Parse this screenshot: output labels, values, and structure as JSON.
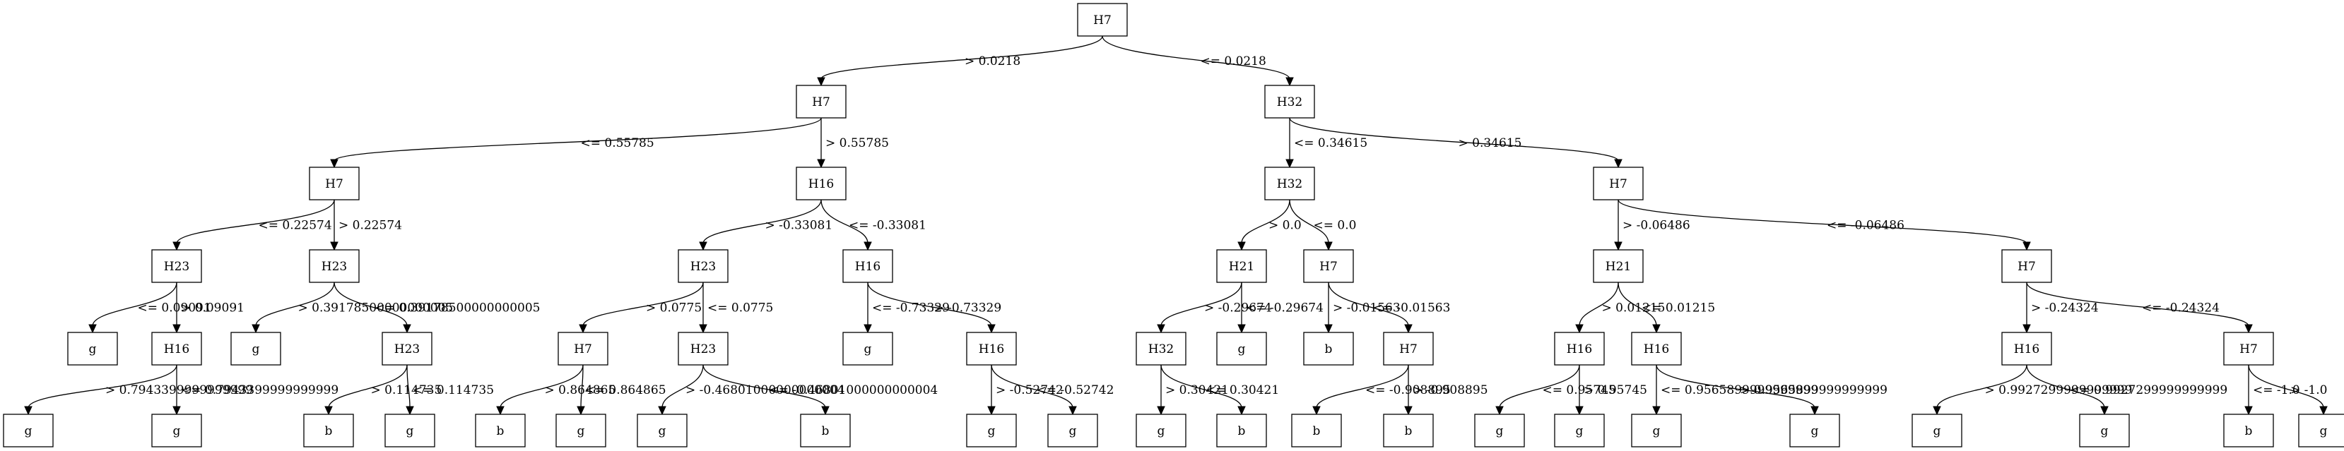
{
  "tree": {
    "nodes": [
      {
        "id": "n0",
        "label": "H7"
      },
      {
        "id": "n1",
        "label": "H7"
      },
      {
        "id": "n2",
        "label": "H32"
      },
      {
        "id": "n3",
        "label": "H7"
      },
      {
        "id": "n4",
        "label": "H16"
      },
      {
        "id": "n5",
        "label": "H32"
      },
      {
        "id": "n6",
        "label": "H7"
      },
      {
        "id": "n7",
        "label": "H23"
      },
      {
        "id": "n8",
        "label": "H23"
      },
      {
        "id": "n9",
        "label": "H23"
      },
      {
        "id": "n10",
        "label": "H16"
      },
      {
        "id": "n11",
        "label": "H21"
      },
      {
        "id": "n12",
        "label": "H7"
      },
      {
        "id": "n13",
        "label": "H21"
      },
      {
        "id": "n14",
        "label": "H7"
      },
      {
        "id": "n15",
        "label": "g"
      },
      {
        "id": "n16",
        "label": "H16"
      },
      {
        "id": "n17",
        "label": "g"
      },
      {
        "id": "n18",
        "label": "H23"
      },
      {
        "id": "n19",
        "label": "H7"
      },
      {
        "id": "n20",
        "label": "H23"
      },
      {
        "id": "n21",
        "label": "g"
      },
      {
        "id": "n22",
        "label": "H16"
      },
      {
        "id": "n23",
        "label": "H32"
      },
      {
        "id": "n24",
        "label": "g"
      },
      {
        "id": "n25",
        "label": "b"
      },
      {
        "id": "n26",
        "label": "H7"
      },
      {
        "id": "n27",
        "label": "H16"
      },
      {
        "id": "n28",
        "label": "H16"
      },
      {
        "id": "n29",
        "label": "H16"
      },
      {
        "id": "n30",
        "label": "H7"
      },
      {
        "id": "n31",
        "label": "g"
      },
      {
        "id": "n32",
        "label": "g"
      },
      {
        "id": "n33",
        "label": "b"
      },
      {
        "id": "n34",
        "label": "g"
      },
      {
        "id": "n35",
        "label": "b"
      },
      {
        "id": "n36",
        "label": "g"
      },
      {
        "id": "n37",
        "label": "g"
      },
      {
        "id": "n38",
        "label": "b"
      },
      {
        "id": "n39",
        "label": "g"
      },
      {
        "id": "n40",
        "label": "g"
      },
      {
        "id": "n41",
        "label": "g"
      },
      {
        "id": "n42",
        "label": "b"
      },
      {
        "id": "n43",
        "label": "b"
      },
      {
        "id": "n44",
        "label": "b"
      },
      {
        "id": "n45",
        "label": "g"
      },
      {
        "id": "n46",
        "label": "g"
      },
      {
        "id": "n47",
        "label": "g"
      },
      {
        "id": "n48",
        "label": "g"
      },
      {
        "id": "n49",
        "label": "g"
      },
      {
        "id": "n50",
        "label": "g"
      },
      {
        "id": "n51",
        "label": "b"
      },
      {
        "id": "n52",
        "label": "g"
      }
    ],
    "edges": [
      {
        "from": "n0",
        "to": "n1",
        "label": "> 0.0218"
      },
      {
        "from": "n0",
        "to": "n2",
        "label": "<= 0.0218"
      },
      {
        "from": "n1",
        "to": "n3",
        "label": "<= 0.55785"
      },
      {
        "from": "n1",
        "to": "n4",
        "label": "> 0.55785"
      },
      {
        "from": "n2",
        "to": "n5",
        "label": "<= 0.34615"
      },
      {
        "from": "n2",
        "to": "n6",
        "label": "> 0.34615"
      },
      {
        "from": "n3",
        "to": "n7",
        "label": "<= 0.22574"
      },
      {
        "from": "n3",
        "to": "n8",
        "label": "> 0.22574"
      },
      {
        "from": "n4",
        "to": "n9",
        "label": "> -0.33081"
      },
      {
        "from": "n4",
        "to": "n10",
        "label": "<= -0.33081"
      },
      {
        "from": "n5",
        "to": "n11",
        "label": "> 0.0"
      },
      {
        "from": "n5",
        "to": "n12",
        "label": "<= 0.0"
      },
      {
        "from": "n6",
        "to": "n13",
        "label": "> -0.06486"
      },
      {
        "from": "n6",
        "to": "n14",
        "label": "<= -0.06486"
      },
      {
        "from": "n7",
        "to": "n15",
        "label": "<= 0.09091"
      },
      {
        "from": "n7",
        "to": "n16",
        "label": "> 0.09091"
      },
      {
        "from": "n8",
        "to": "n17",
        "label": "> 0.39178500000000005"
      },
      {
        "from": "n8",
        "to": "n18",
        "label": "<= 0.39178500000000005"
      },
      {
        "from": "n9",
        "to": "n19",
        "label": "> 0.0775"
      },
      {
        "from": "n9",
        "to": "n20",
        "label": "<= 0.0775"
      },
      {
        "from": "n10",
        "to": "n21",
        "label": "<= -0.73329"
      },
      {
        "from": "n10",
        "to": "n22",
        "label": "> -0.73329"
      },
      {
        "from": "n11",
        "to": "n23",
        "label": "> -0.29674"
      },
      {
        "from": "n11",
        "to": "n24",
        "label": "<= -0.29674"
      },
      {
        "from": "n12",
        "to": "n25",
        "label": "> -0.01563"
      },
      {
        "from": "n12",
        "to": "n26",
        "label": "<= -0.01563"
      },
      {
        "from": "n13",
        "to": "n27",
        "label": "> 0.01215"
      },
      {
        "from": "n13",
        "to": "n28",
        "label": "<= 0.01215"
      },
      {
        "from": "n14",
        "to": "n29",
        "label": "> -0.24324"
      },
      {
        "from": "n14",
        "to": "n30",
        "label": "<= -0.24324"
      },
      {
        "from": "n16",
        "to": "n31",
        "label": "> 0.7943399999999999"
      },
      {
        "from": "n16",
        "to": "n32",
        "label": "<= 0.7943399999999999"
      },
      {
        "from": "n18",
        "to": "n33",
        "label": "> 0.114735"
      },
      {
        "from": "n18",
        "to": "n34",
        "label": "<= 0.114735"
      },
      {
        "from": "n19",
        "to": "n35",
        "label": "> 0.864865"
      },
      {
        "from": "n19",
        "to": "n36",
        "label": "<= 0.864865"
      },
      {
        "from": "n20",
        "to": "n37",
        "label": "> -0.46801000000000004"
      },
      {
        "from": "n20",
        "to": "n38",
        "label": "<= -0.46801000000000004"
      },
      {
        "from": "n22",
        "to": "n39",
        "label": "> -0.52742"
      },
      {
        "from": "n22",
        "to": "n40",
        "label": "<= -0.52742"
      },
      {
        "from": "n23",
        "to": "n41",
        "label": "> 0.30421"
      },
      {
        "from": "n23",
        "to": "n42",
        "label": "<= 0.30421"
      },
      {
        "from": "n26",
        "to": "n43",
        "label": "<= -0.908895"
      },
      {
        "from": "n26",
        "to": "n44",
        "label": "> -0.908895"
      },
      {
        "from": "n27",
        "to": "n45",
        "label": "<= 0.95745"
      },
      {
        "from": "n27",
        "to": "n46",
        "label": "> 0.95745"
      },
      {
        "from": "n28",
        "to": "n47",
        "label": "<= 0.9565899999999999"
      },
      {
        "from": "n28",
        "to": "n48",
        "label": "> 0.9565899999999999"
      },
      {
        "from": "n29",
        "to": "n49",
        "label": "> 0.9927299999999999"
      },
      {
        "from": "n29",
        "to": "n50",
        "label": "<= 0.9927299999999999"
      },
      {
        "from": "n30",
        "to": "n51",
        "label": "<= -1.0"
      },
      {
        "from": "n30",
        "to": "n52",
        "label": "> -1.0"
      }
    ]
  }
}
